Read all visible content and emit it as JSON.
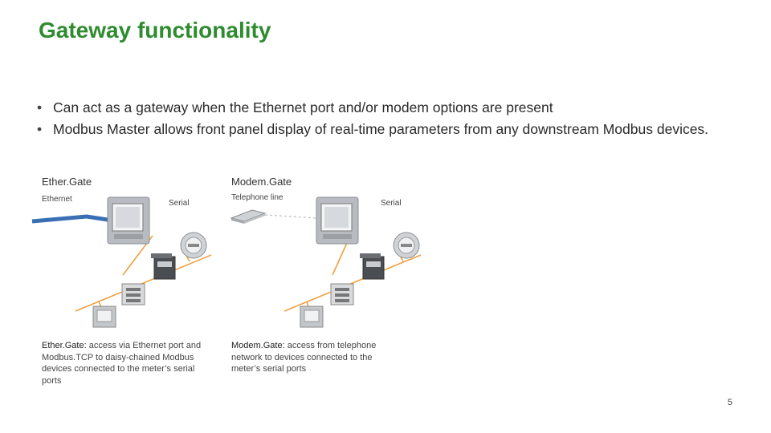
{
  "title": "Gateway functionality",
  "bullets": [
    "Can act as a gateway when the Ethernet port and/or modem options are present",
    "Modbus Master allows front panel display of real-time parameters from any downstream Modbus devices."
  ],
  "ether_gate": {
    "heading": "Ether.Gate",
    "ethernet_label": "Ethernet",
    "serial_label": "Serial",
    "caption_term": "Ether.Gate:",
    "caption_text": " access via Ethernet port and Modbus.TCP to daisy-chained Modbus devices connected to the meter’s serial ports"
  },
  "modem_gate": {
    "heading": "Modem.Gate",
    "telephone_label": "Telephone line",
    "serial_label": "Serial",
    "caption_term": "Modem.Gate:",
    "caption_text": " access from telephone network to devices connected to the meter’s serial ports"
  },
  "page_number": "5",
  "colors": {
    "title": "#2e8b2e",
    "serial_line": "#f0a040",
    "ethernet_cable": "#3a6fb5"
  }
}
